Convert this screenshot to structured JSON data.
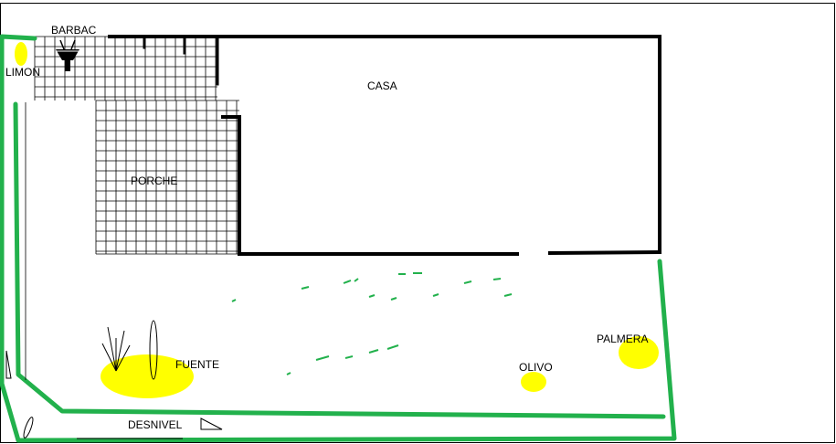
{
  "labels": {
    "barbacoa": "BARBAC",
    "limon": "LIMON",
    "casa": "CASA",
    "porche": "PORCHE",
    "fuente": "FUENTE",
    "olivo": "OLIVO",
    "palmera": "PALMERA",
    "desnivel": "DESNIVEL"
  },
  "colors": {
    "walls": "#000000",
    "garden_border": "#22b14c",
    "trees": "#ffff00",
    "tiles": "#000000"
  },
  "icons": {
    "barbecue": "barbecue-grill-icon"
  }
}
